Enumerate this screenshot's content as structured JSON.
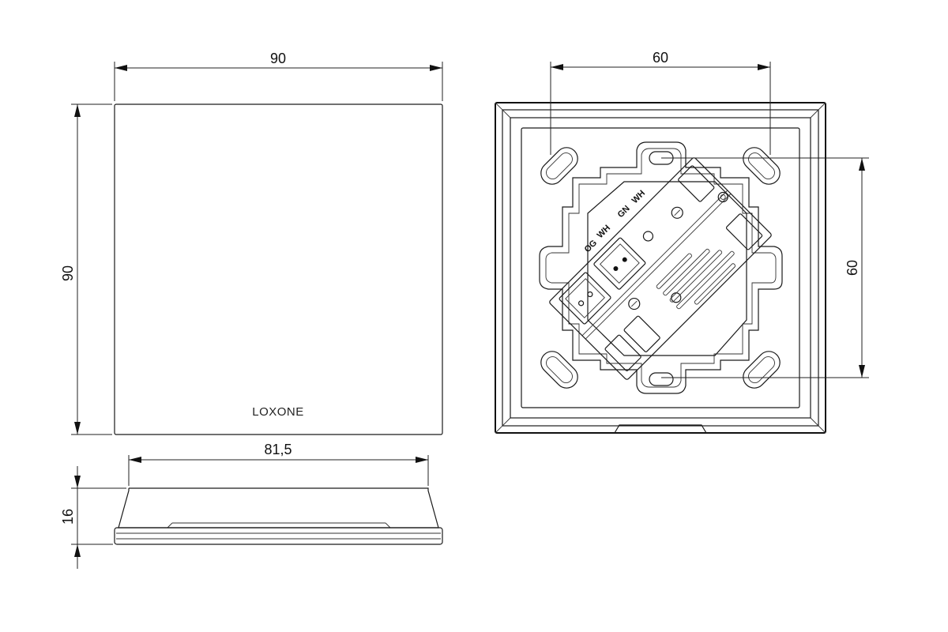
{
  "front_view": {
    "width_label": "90",
    "height_label": "90",
    "logo": "LOXONE"
  },
  "side_view": {
    "width_label": "81,5",
    "depth_label": "16"
  },
  "back_view": {
    "hole_spacing_horizontal_label": "60",
    "hole_spacing_vertical_label": "60",
    "terminal_labels": [
      "OG",
      "WH",
      "GN",
      "WH"
    ]
  }
}
